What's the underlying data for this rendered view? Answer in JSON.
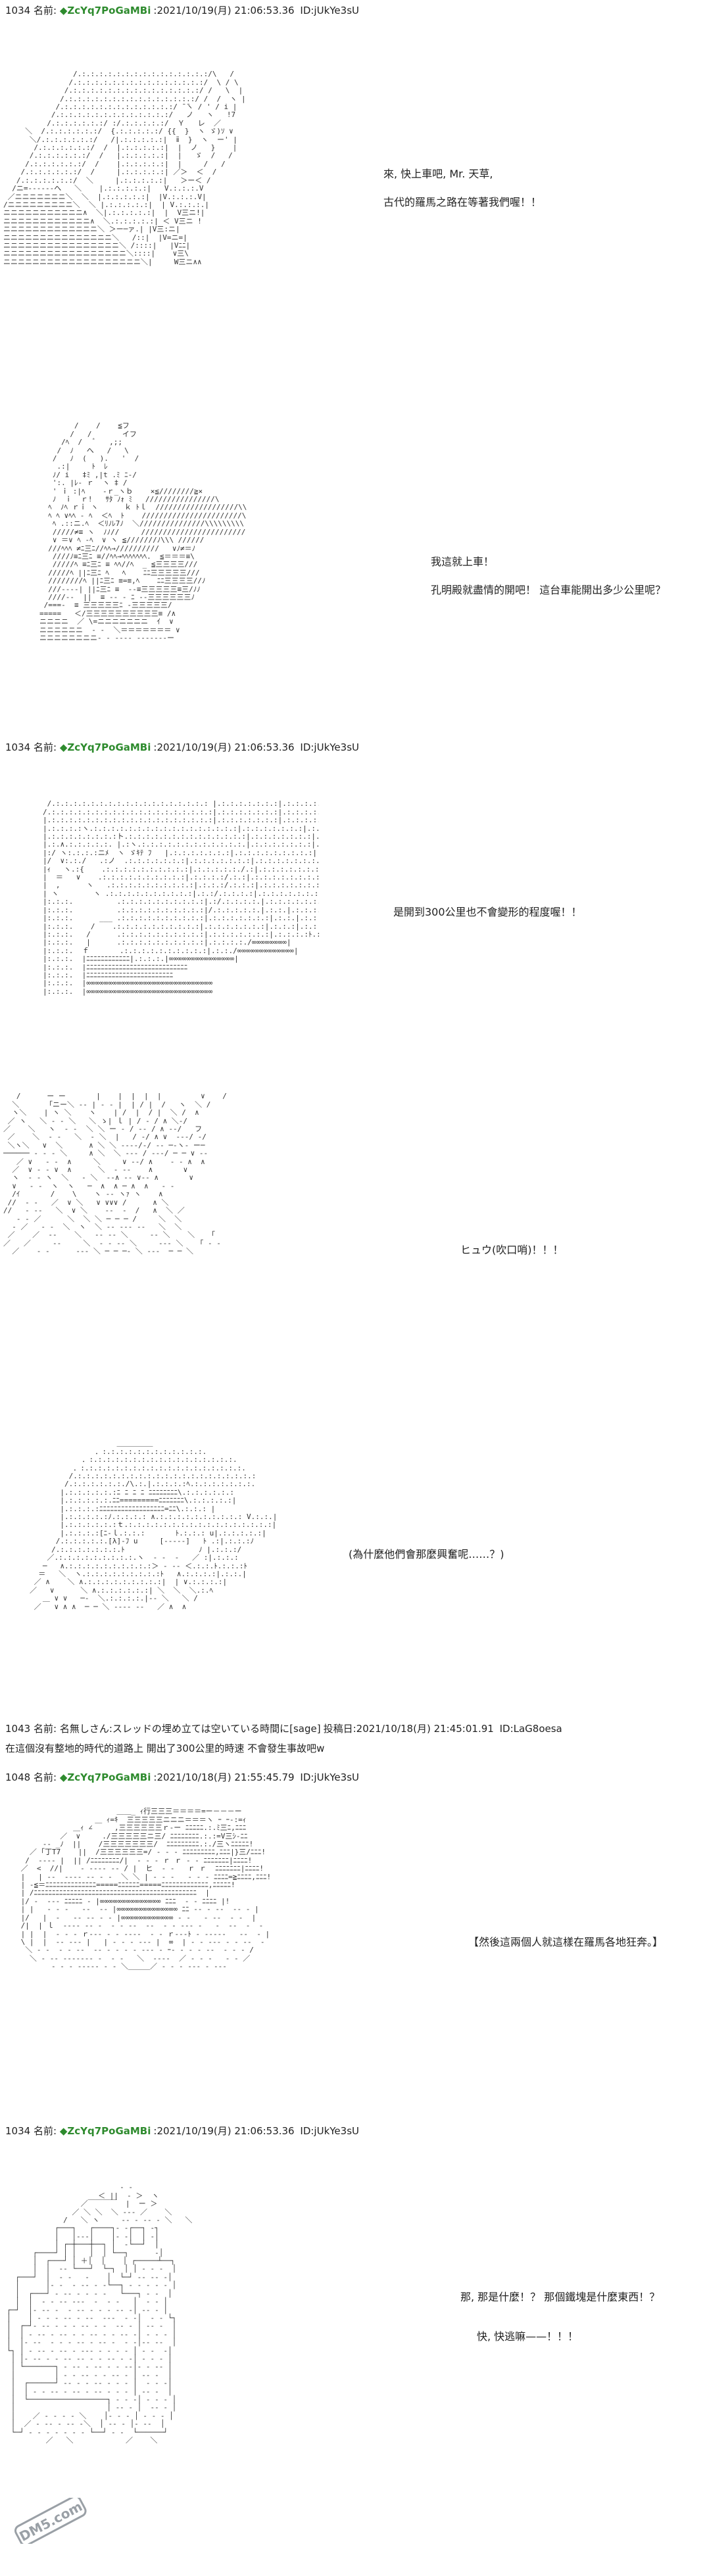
{
  "posts": [
    {
      "header": {
        "num": "1034",
        "label": "名前:",
        "name": "◆ZcYq7PoGaMBi",
        "date": ":2021/10/19(月) 21:06:53.36",
        "uid": "ID:jUkYe3sU"
      },
      "lines": [
        "來, 快上車吧, Mr. 天草,",
        "古代的羅馬之路在等著我們喔！！"
      ]
    },
    {
      "lines": [
        "我這就上車！",
        "孔明殿就盡情的開吧！ 這台車能開出多少公里呢？"
      ]
    },
    {
      "header": {
        "num": "1034",
        "label": "名前:",
        "name": "◆ZcYq7PoGaMBi",
        "date": ":2021/10/19(月) 21:06:53.36",
        "uid": "ID:jUkYe3sU"
      },
      "lines": [
        "是開到300公里也不會變形的程度喔！！"
      ]
    },
    {
      "lines": [
        "ヒュウ(吹口哨)！！！"
      ]
    },
    {
      "lines": [
        "(為什麼他們會那麼興奮呢……？)"
      ]
    },
    {
      "header": {
        "num": "1043",
        "label": "名前:",
        "name": "名無しさん:スレッドの埋め立ては空いている時間に[sage]",
        "date": "投稿日:2021/10/18(月) 21:45:01.91",
        "uid": "ID:LaG8oesa"
      },
      "lines": [
        "在這個沒有整地的時代的道路上 開出了300公里的時速 不會發生事故吧w"
      ]
    },
    {
      "header": {
        "num": "1048",
        "label": "名前:",
        "name": "◆ZcYq7PoGaMBi",
        "date": ":2021/10/18(月) 21:55:45.79",
        "uid": "ID:jUkYe3sU"
      },
      "lines": [
        "【然後這兩個人就這樣在羅馬各地狂奔。】"
      ]
    },
    {
      "header": {
        "num": "1034",
        "label": "名前:",
        "name": "◆ZcYq7PoGaMBi",
        "date": ":2021/10/19(月) 21:06:53.36",
        "uid": "ID:jUkYe3sU"
      },
      "lines": [
        "那, 那是什麼！？ 那個鐵塊是什麼東西！？",
        "快, 快逃嘛——！！！"
      ]
    }
  ],
  "watermark": {
    "text": "DM5.com"
  },
  "colors": {
    "name_green": "#2e8b2e",
    "text": "#222222",
    "art": "#333333"
  }
}
